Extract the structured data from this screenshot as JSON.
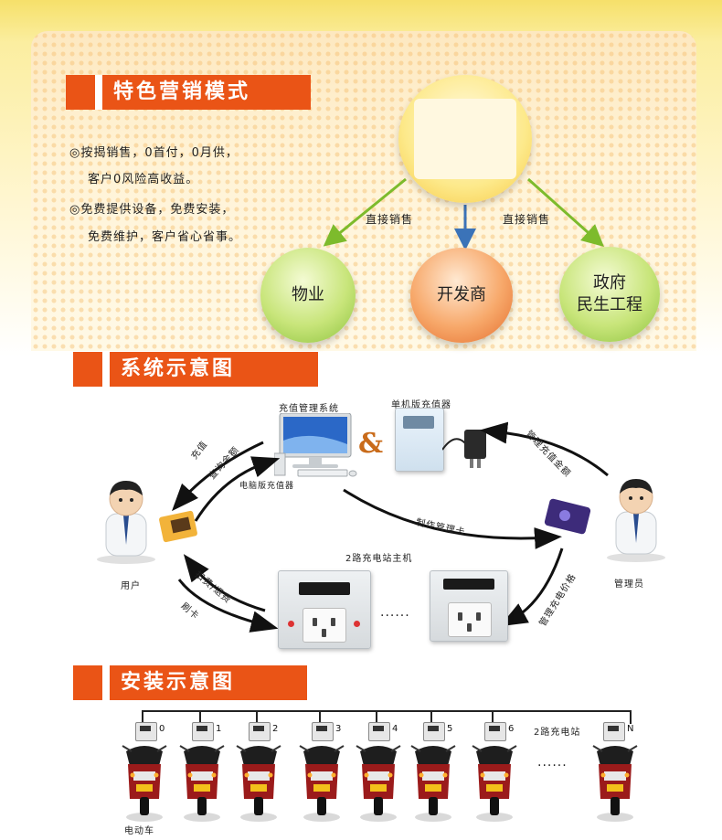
{
  "marketing": {
    "heading": "特色营销模式",
    "bullets": [
      "◎按揭销售，0首付，0月供，",
      "客户0风险高收益。",
      "◎免费提供设备，免费安装，",
      "免费维护，客户省心省事。"
    ],
    "arrow_left": "直接销售",
    "arrow_right": "直接销售",
    "targets": [
      "物业",
      "开发商"
    ],
    "target_gov": [
      "政府",
      "民生工程"
    ],
    "colors": {
      "accent": "#ea5416",
      "green": "#8cc23d",
      "orange": "#e46d2d",
      "yellow": "#f6c843"
    }
  },
  "system": {
    "heading": "系统示意图",
    "mgmt_system": "充值管理系统",
    "pc_charger": "电脑版充值器",
    "amp": "&",
    "standalone": "单机版充值器",
    "mgmt_recharge": "管理充值金额",
    "recharge": "充值",
    "query": "查询余额",
    "make_card": "制作管理卡",
    "user": "用户",
    "admin": "管理员",
    "host": "2路充电站主机",
    "deduct": "扣费/退费",
    "swipe": "刷卡",
    "mgmt_price": "管理充电价格",
    "ellipsis": "......"
  },
  "install": {
    "heading": "安装示意图",
    "station_label": "2路充电站",
    "unit_numbers": [
      "0",
      "1",
      "2",
      "3",
      "4",
      "5",
      "6",
      "N"
    ],
    "ellipsis": "......",
    "ebike": "电动车"
  }
}
